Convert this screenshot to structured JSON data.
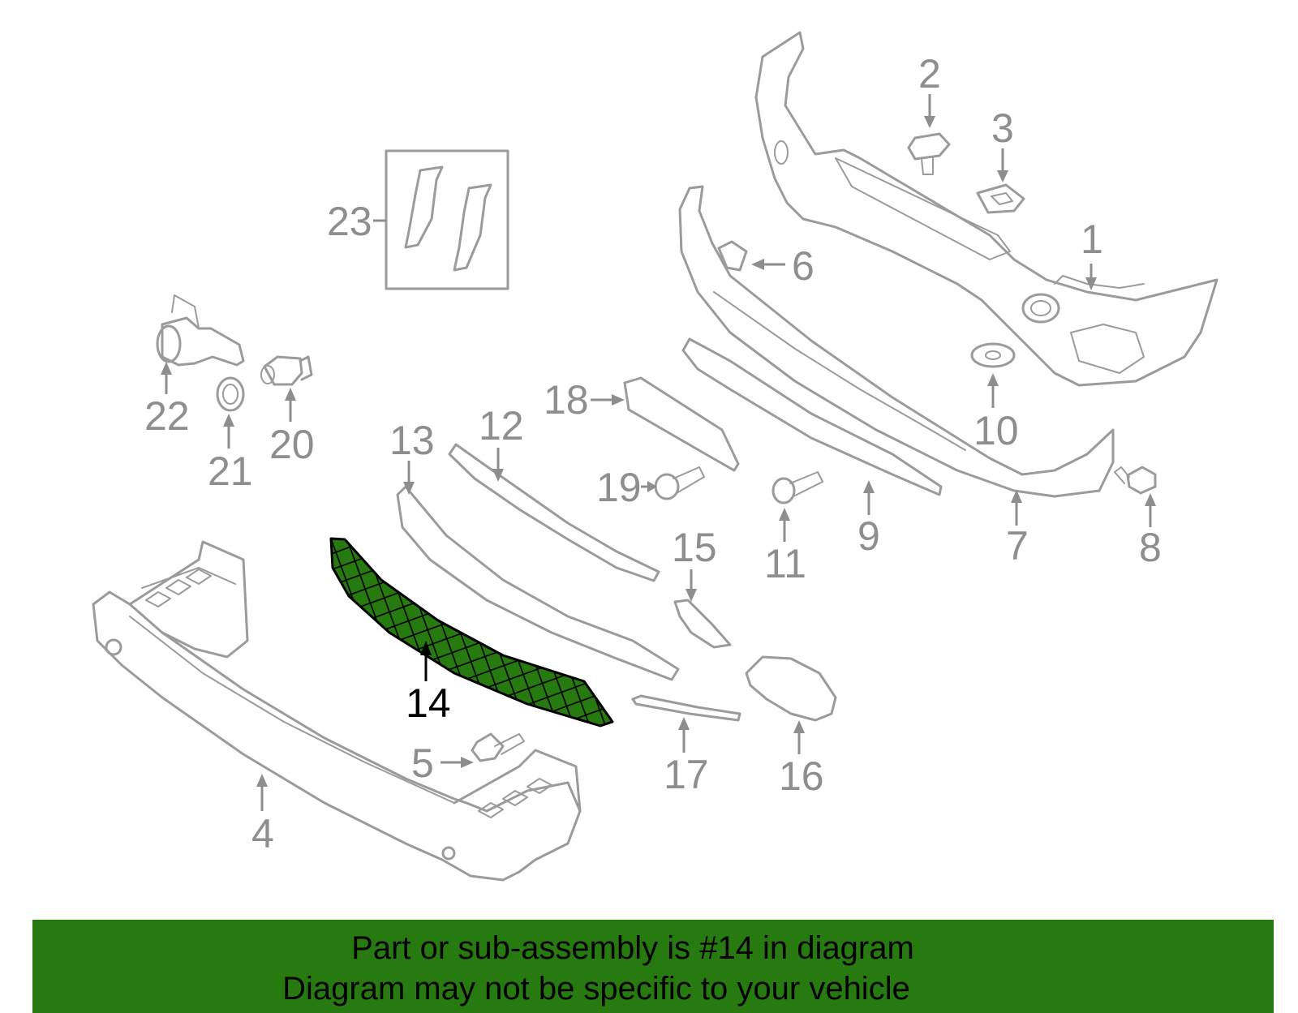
{
  "diagram": {
    "callouts": {
      "c1": "1",
      "c2": "2",
      "c3": "3",
      "c4": "4",
      "c5": "5",
      "c6": "6",
      "c7": "7",
      "c8": "8",
      "c9": "9",
      "c10": "10",
      "c11": "11",
      "c12": "12",
      "c13": "13",
      "c14": "14",
      "c15": "15",
      "c16": "16",
      "c17": "17",
      "c18": "18",
      "c19": "19",
      "c20": "20",
      "c21": "21",
      "c22": "22",
      "c23": "23"
    },
    "highlighted_part": "14",
    "colors": {
      "outline": "#9b9b9b",
      "highlight_fill": "#267a10",
      "highlight_stroke": "#000000",
      "banner": "#267a10"
    }
  },
  "banner": {
    "line1": "Part or sub-assembly is #14 in diagram",
    "line2": "Diagram may not be specific to your vehicle"
  }
}
